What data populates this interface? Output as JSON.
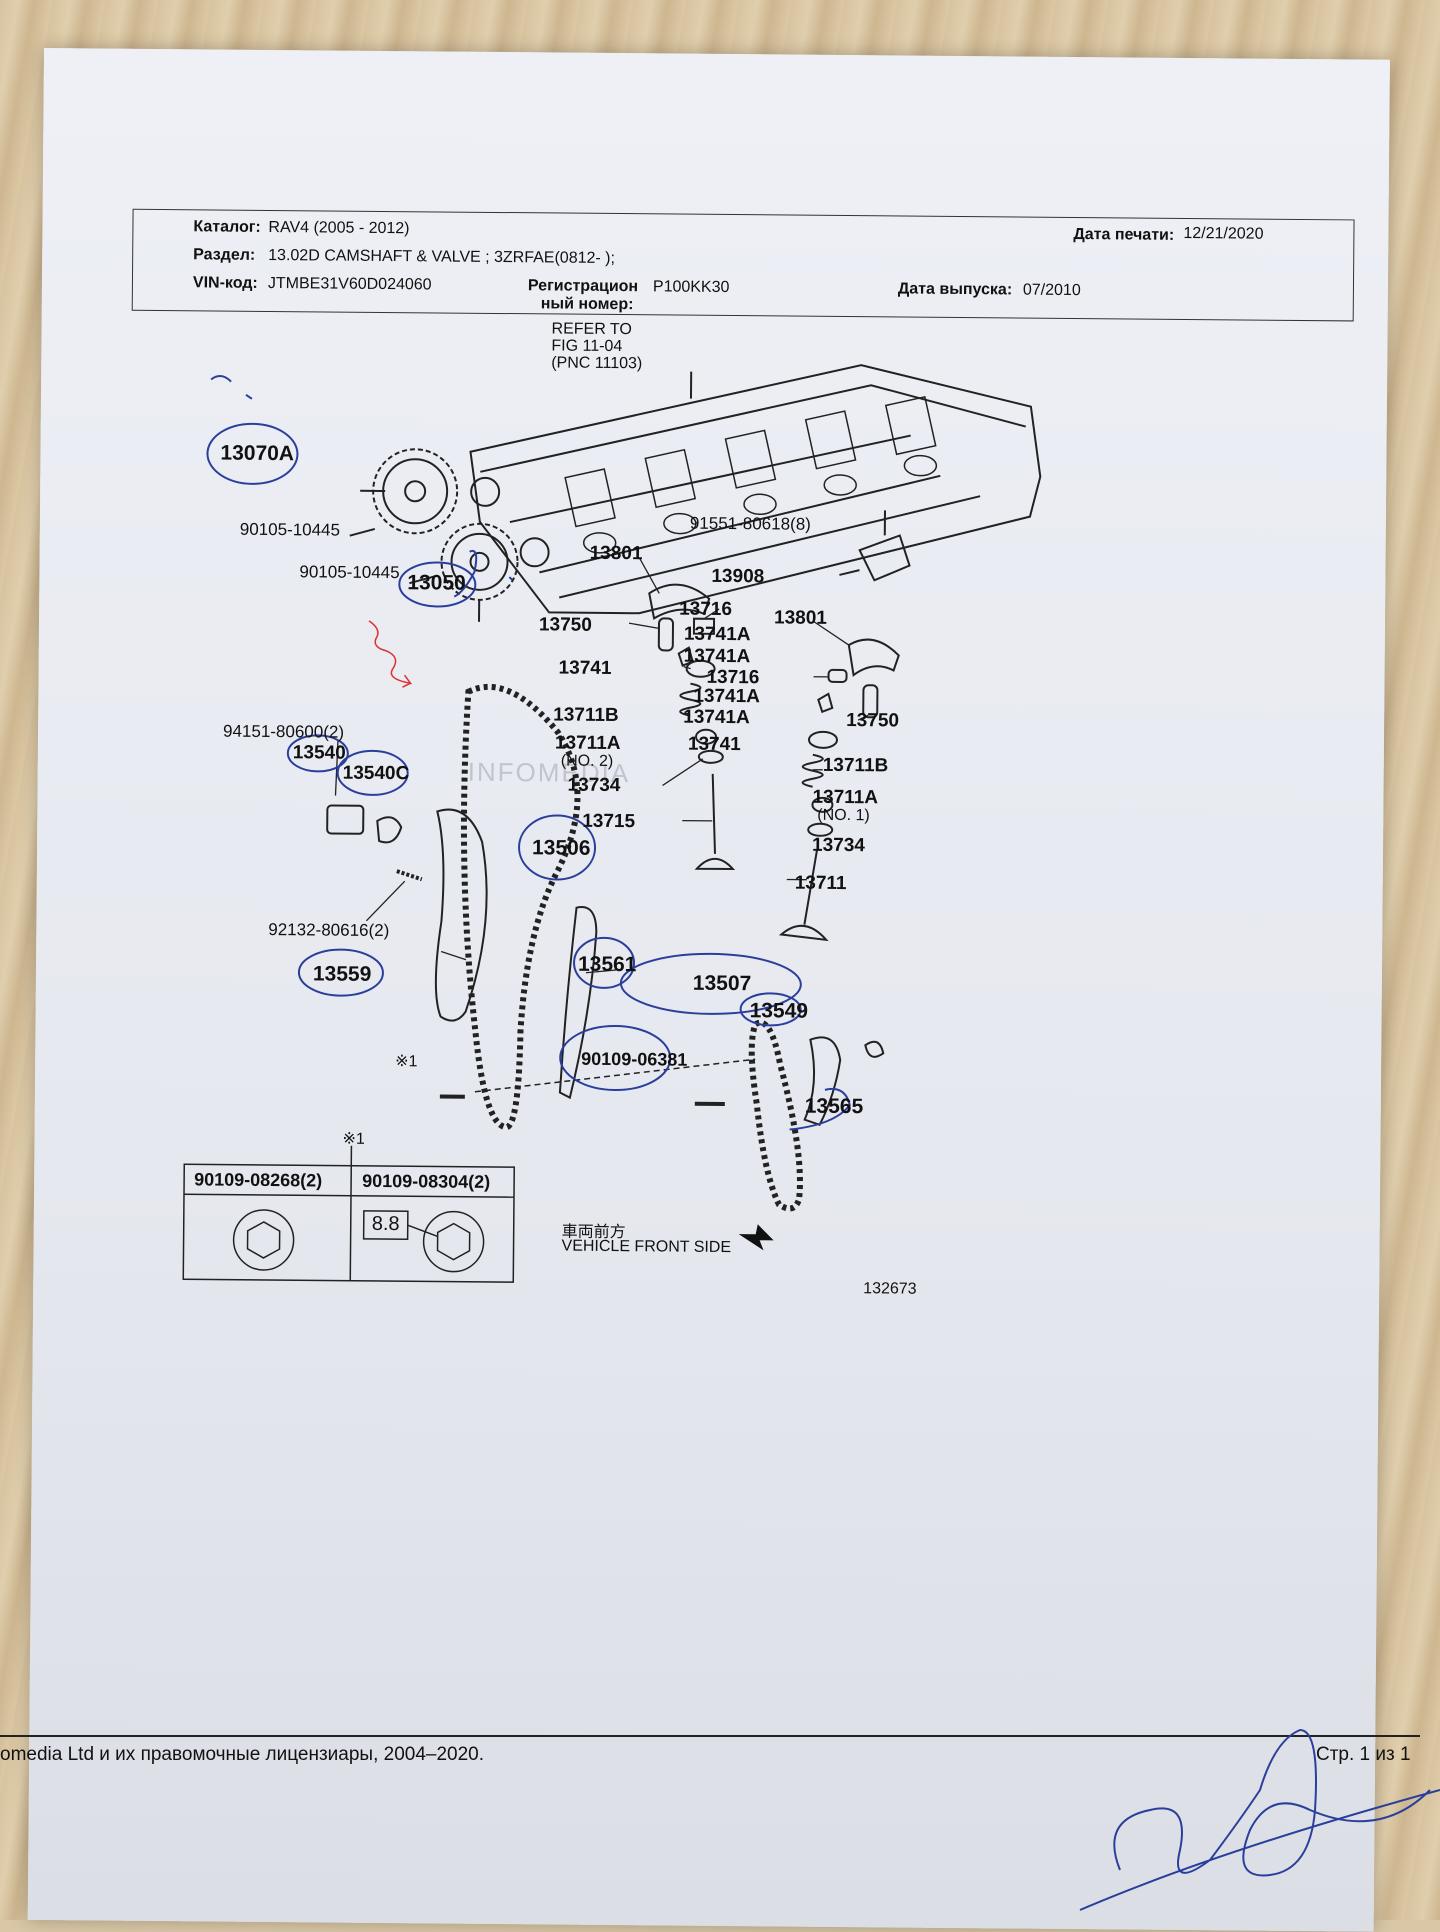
{
  "header": {
    "catalog_label": "Каталог:",
    "catalog_value": "RAV4 (2005 - 2012)",
    "print_date_label": "Дата печати:",
    "print_date_value": "12/21/2020",
    "section_label": "Раздел:",
    "section_value": "13.02D CAMSHAFT & VALVE ; 3ZRFAE(0812-    );",
    "vin_label": "VIN-код:",
    "vin_value": "JTMBE31V60D024060",
    "reg_label_1": "Регистрацион",
    "reg_label_2": "ный номер:",
    "reg_value": "P100KK30",
    "release_label": "Дата выпуска:",
    "release_value": "07/2010"
  },
  "diagram": {
    "refer_to": [
      "REFER TO",
      "FIG 11-04",
      "(PNC 11103)"
    ],
    "watermark": "INFOMEDIA",
    "parts": {
      "p13070A": "13070A",
      "p90105a": "90105-10445",
      "p90105b": "90105-10445",
      "p13050": "13050",
      "p91551": "91551-80618(8)",
      "p13801a": "13801",
      "p13908": "13908",
      "p13716a": "13716",
      "p13750a": "13750",
      "p13741Aa": "13741A",
      "p13741Ab": "13741A",
      "p13741a": "13741",
      "p13801b": "13801",
      "p13716b": "13716",
      "p13741Ac": "13741A",
      "p13741Ad": "13741A",
      "p13711Ba": "13711B",
      "p13750b": "13750",
      "p13741b": "13741",
      "p94151": "94151-80600(2)",
      "p13540": "13540",
      "p13540C": "13540C",
      "p13711Aa": "13711A",
      "no2": "(NO. 2)",
      "p13734a": "13734",
      "p13711Bb": "13711B",
      "p13711Ab": "13711A",
      "no1": "(NO. 1)",
      "p13715": "13715",
      "p13506": "13506",
      "p13734b": "13734",
      "p13711": "13711",
      "p92132": "92132-80616(2)",
      "p13559": "13559",
      "p13561": "13561",
      "p13507": "13507",
      "p13549": "13549",
      "p90109": "90109-06381",
      "p13565": "13565",
      "mark1": "※1",
      "mark1b": "※1"
    },
    "bolt_table": {
      "col1": "90109-08268(2)",
      "col2": "90109-08304(2)",
      "grade": "8.8"
    },
    "front_jp": "車両前方",
    "front_en": "VEHICLE FRONT SIDE",
    "fig_number": "132673"
  },
  "footer": {
    "copyright": "omedia Ltd и их правомочные лицензиары, 2004–2020.",
    "page": "Стр. 1 из 1"
  },
  "colors": {
    "pen_blue": "#2a3f9c",
    "pen_red": "#e03030",
    "ink": "#111111"
  }
}
